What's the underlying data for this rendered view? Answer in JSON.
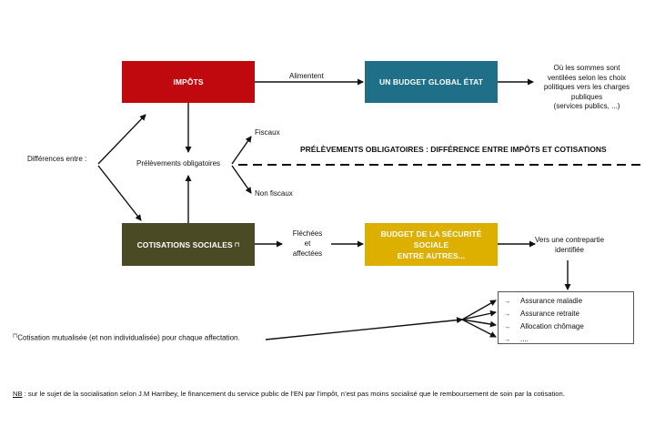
{
  "boxes": {
    "impots": "IMPÔTS",
    "budget_etat": "UN BUDGET GLOBAL ÉTAT",
    "cotisations": "COTISATIONS SOCIALES",
    "cotisations_marker": "(*)",
    "budget_secu_line1": "BUDGET DE LA SÉCURITÉ SOCIALE",
    "budget_secu_line2": "ENTRE AUTRES..."
  },
  "labels": {
    "alimentent": "Alimentent",
    "ventilees": [
      "Où les sommes sont",
      "ventilées selon les choix",
      "politiques vers les charges",
      "publiques",
      "(services publics, ...)"
    ],
    "differences": "Différences entre :",
    "prelevements": "Prélèvements obligatoires",
    "fiscaux": "Fiscaux",
    "non_fiscaux": "Non fiscaux",
    "difference_title": "PRÉLÈVEMENTS OBLIGATOIRES : DIFFÉRENCE ENTRE IMPÔTS ET COTISATIONS",
    "flechees": [
      "Fléchées",
      "et",
      "affectées"
    ],
    "contrepartie": [
      "Vers une contrepartie",
      "identifiée"
    ]
  },
  "list": {
    "arrow": "→",
    "items": [
      "Assurance maladie",
      "Assurance retraite",
      "Allocation chômage",
      "...."
    ]
  },
  "footnote": {
    "marker": "(*)",
    "text": "Cotisation mutualisée (et non individualisée) pour chaque affectation."
  },
  "nb": {
    "label": "NB",
    "text": " : sur le sujet de la socialisation selon J.M Harribey, le financement du service public de l’EN par l’impôt, n’est pas moins socialisé que le remboursement de soin par la cotisation."
  }
}
